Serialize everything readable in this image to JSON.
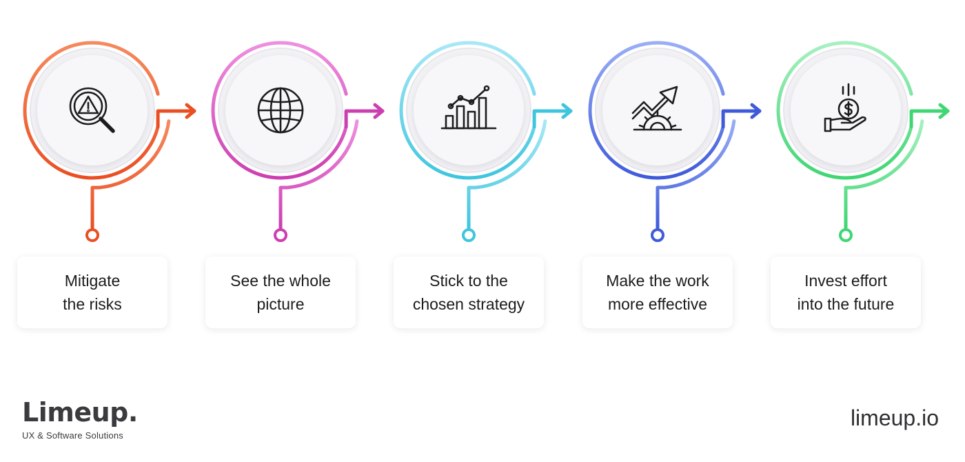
{
  "steps": [
    {
      "line1": "Mitigate",
      "line2": "the risks",
      "icon": "risk-search-icon",
      "colors": {
        "light": "#f58a5e",
        "dark": "#ea4f23"
      }
    },
    {
      "line1": "See the whole",
      "line2": "picture",
      "icon": "globe-icon",
      "colors": {
        "light": "#ef8fdf",
        "dark": "#cc3fb0"
      }
    },
    {
      "line1": "Stick to the",
      "line2": "chosen strategy",
      "icon": "growth-chart-icon",
      "colors": {
        "light": "#a8e8f6",
        "dark": "#3fc5de"
      }
    },
    {
      "line1": "Make the work",
      "line2": "more effective",
      "icon": "gear-growth-icon",
      "colors": {
        "light": "#9aaef6",
        "dark": "#3f5bd9"
      }
    },
    {
      "line1": "Invest effort",
      "line2": "into the future",
      "icon": "money-hand-icon",
      "colors": {
        "light": "#a7f0c1",
        "dark": "#3fd673"
      }
    }
  ],
  "logo": {
    "wordmark": "Limeup.",
    "tagline": "UX & Software Solutions"
  },
  "footer": {
    "url": "limeup.io"
  }
}
